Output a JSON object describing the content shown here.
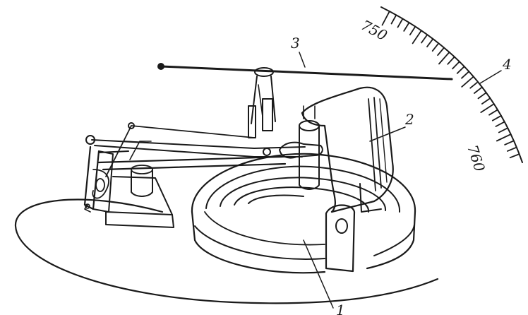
{
  "diagram": {
    "scale_labels": [
      "750",
      "760"
    ],
    "callouts": [
      "1",
      "2",
      "3",
      "4"
    ]
  },
  "colors": {
    "ink": "#1a1a1a",
    "background": "#ffffff"
  }
}
